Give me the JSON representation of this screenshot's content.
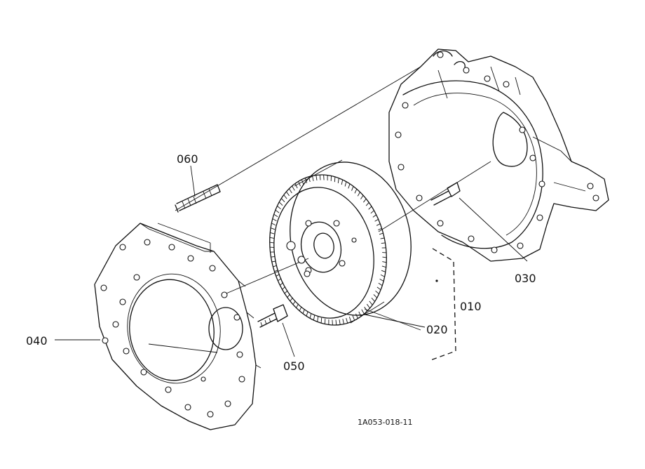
{
  "labels": {
    "p010": "010",
    "p020": "020",
    "p030": "030",
    "p040": "040",
    "p050": "050",
    "p060": "060"
  },
  "drawing_code": "1A053-018-11"
}
